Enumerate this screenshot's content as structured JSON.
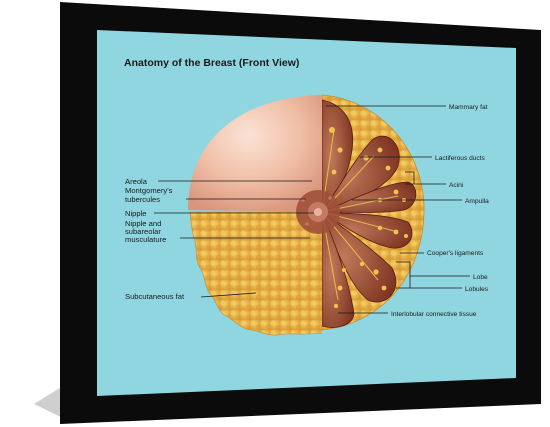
{
  "title": "Anatomy of the Breast (Front View)",
  "colors": {
    "frame": "#0b0b0b",
    "background": "#8fd6e0",
    "skin": "#f2c2a8",
    "fat": "#e9b448",
    "tissue": "#8a3a25"
  },
  "labels_left": [
    "Areola",
    "Montgomery's tubercules",
    "Nipple",
    "Nipple and subareolar musculature",
    "Subcutaneous fat"
  ],
  "labels_right": [
    "Mammary fat",
    "Lactiferous ducts",
    "Acini",
    "Ampulla",
    "Cooper's ligaments",
    "Lobe",
    "Lobules",
    "Interlobular connective tissue"
  ]
}
